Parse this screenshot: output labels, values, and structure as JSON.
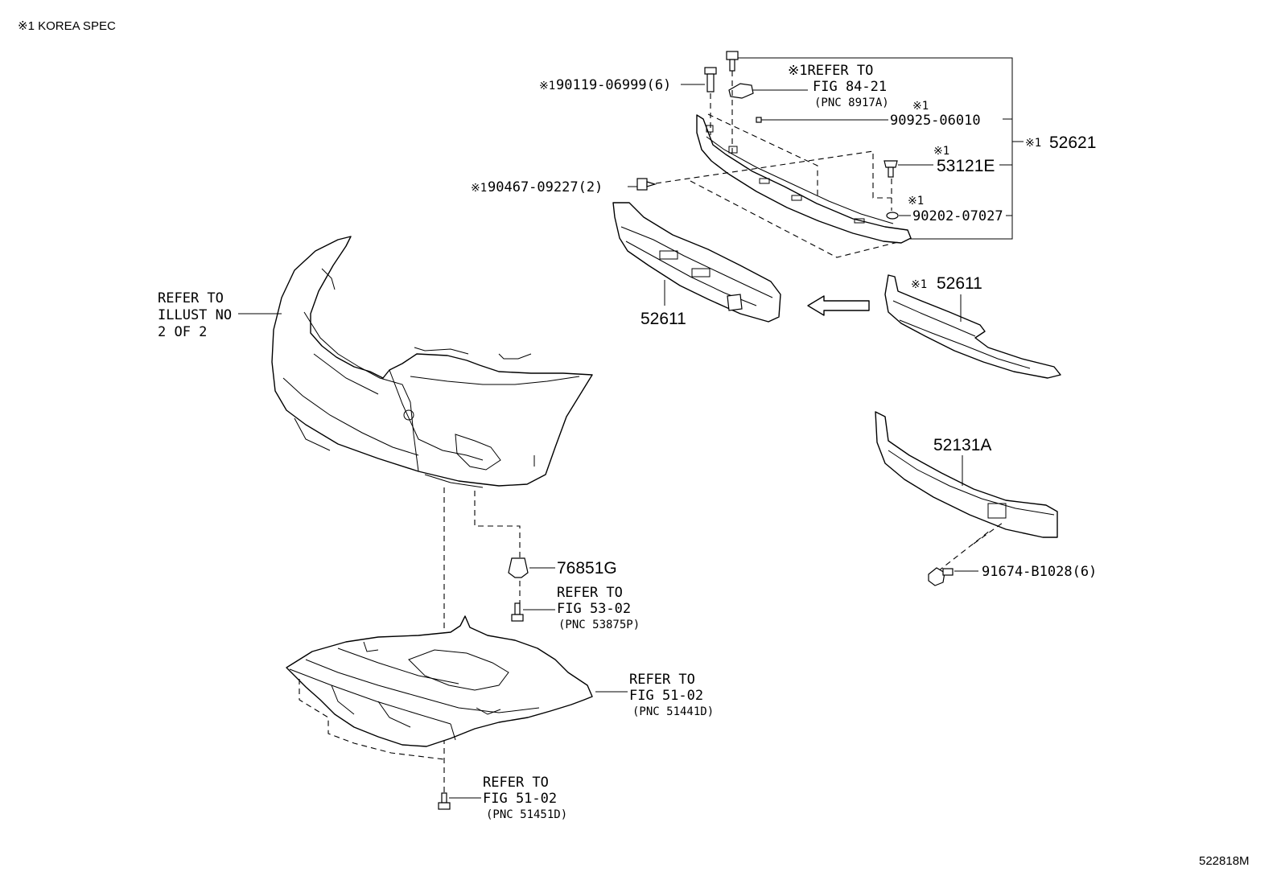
{
  "note": "※1 KOREA SPEC",
  "drawing_id": "522818M",
  "callouts": {
    "c1_mark": "※1",
    "c1_part": "90119-06999(6)",
    "c2_l1": "※1REFER TO",
    "c2_l2": "FIG 84-21",
    "c2_l3": "(PNC 8917A)",
    "c3_mark": "※1",
    "c3_part": "90925-06010",
    "c4_mark": "※1",
    "c4_part": "52621",
    "c5_mark": "※1",
    "c5_part": "53121E",
    "c6_mark": "※1",
    "c6_part": "90202-07027",
    "c7_mark": "※1",
    "c7_part": "90467-09227(2)",
    "c8_mark": "※1",
    "c8_part": "52611",
    "c9_part": "52611",
    "c10_part": "52131A",
    "c11_part": "91674-B1028(6)",
    "c12_l1": "REFER TO",
    "c12_l2": "ILLUST NO",
    "c12_l3": "2 OF 2",
    "c13_part": "76851G",
    "c14_l1": "REFER TO",
    "c14_l2": "FIG 53-02",
    "c14_l3": "(PNC 53875P)",
    "c15_l1": "REFER TO",
    "c15_l2": "FIG 51-02",
    "c15_l3": "(PNC 51441D)",
    "c16_l1": "REFER TO",
    "c16_l2": "FIG 51-02",
    "c16_l3": "(PNC 51451D)"
  }
}
